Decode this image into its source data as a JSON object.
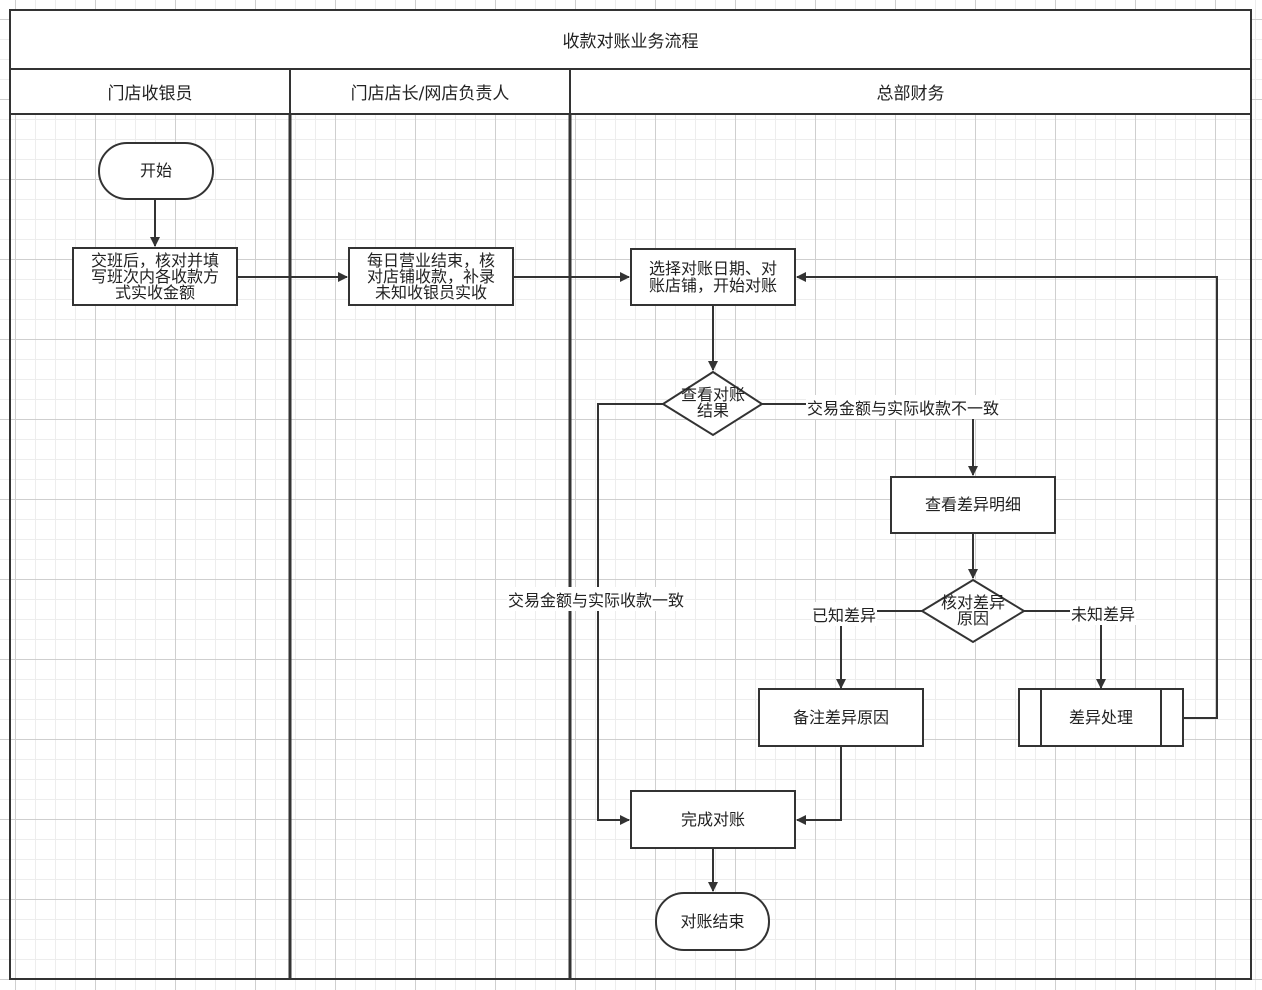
{
  "title": "收款对账业务流程",
  "lanes": [
    {
      "name": "门店收银员"
    },
    {
      "name": "门店店长/网店负责人"
    },
    {
      "name": "总部财务"
    }
  ],
  "nodes": {
    "start": "开始",
    "cashier_check_line1": "交班后，核对并填",
    "cashier_check_line2": "写班次内各收款方",
    "cashier_check_line3": "式实收金额",
    "manager_check_line1": "每日营业结束，核",
    "manager_check_line2": "对店铺收款，补录",
    "manager_check_line3": "未知收银员实收",
    "select_line1": "选择对账日期、对",
    "select_line2": "账店铺，开始对账",
    "view_result_line1": "查看对账",
    "view_result_line2": "结果",
    "view_diff_detail": "查看差异明细",
    "check_reason_line1": "核对差异",
    "check_reason_line2": "原因",
    "note_reason": "备注差异原因",
    "diff_handle": "差异处理",
    "complete": "完成对账",
    "end": "对账结束"
  },
  "edge_labels": {
    "mismatch": "交易金额与实际收款不一致",
    "match": "交易金额与实际收款一致",
    "known": "已知差异",
    "unknown": "未知差异"
  }
}
